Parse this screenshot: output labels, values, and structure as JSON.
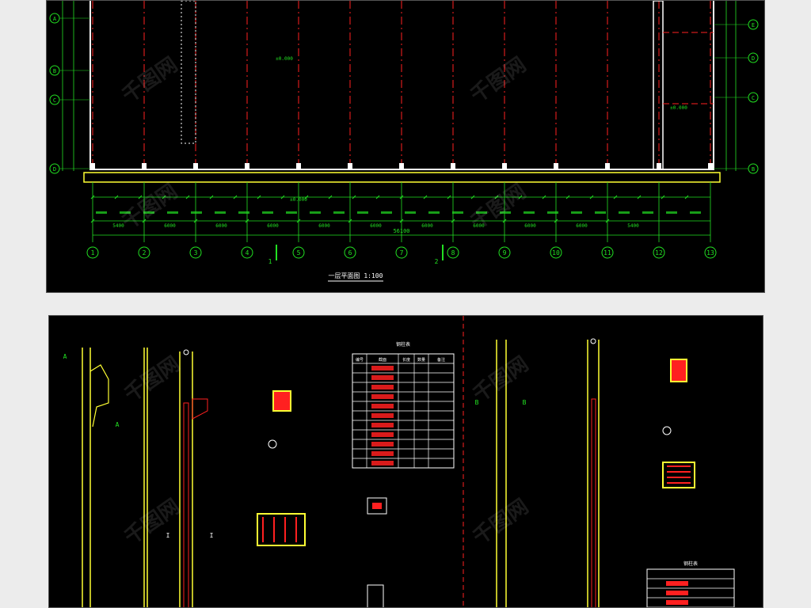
{
  "colors": {
    "background": "#ececec",
    "sheet": "#000000",
    "wall": "#ffffff",
    "axis_line": "#ff2020",
    "dimension": "#22e022",
    "grid_bubble": "#22e022",
    "column": "#ffff33",
    "section_fill": "#ff2020",
    "text": "#ffffff",
    "cyan_text": "#33e0e0",
    "table_line": "#ffffff"
  },
  "plan": {
    "title": "一层平面图 1:100",
    "overall_dimension": "56100",
    "axis_numbers": [
      "1",
      "2",
      "3",
      "4",
      "5",
      "6",
      "7",
      "8",
      "9",
      "10",
      "11",
      "12",
      "13"
    ],
    "axis_letters": [
      "A",
      "B",
      "C",
      "D",
      "E"
    ],
    "bay_dimensions": [
      "5400",
      "6000",
      "6000",
      "6000",
      "6000",
      "6000",
      "6000",
      "6000",
      "6000",
      "6000",
      "5400"
    ],
    "section_marks": [
      "1",
      "2"
    ],
    "level_mark": "±0.000"
  },
  "details": {
    "section_labels": [
      "A",
      "A",
      "B",
      "B",
      "I",
      "I"
    ],
    "table_title": "钢柱表",
    "table_headers": [
      "编号",
      "截面",
      "长度",
      "数量",
      "备注"
    ],
    "table_rows": 11,
    "table2_title": "钢柱表",
    "table2_rows": 5
  },
  "watermark_text": "千图网"
}
